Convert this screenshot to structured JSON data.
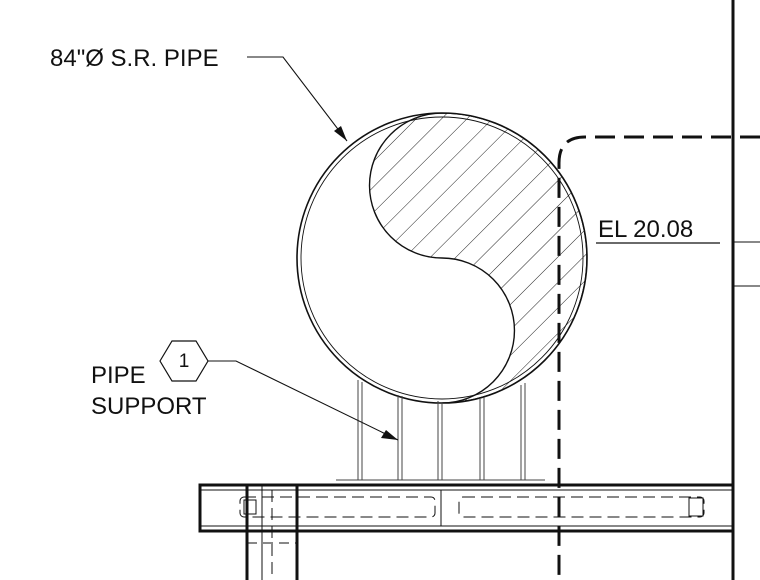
{
  "labels": {
    "pipe_callout": "84\"Ø S.R. PIPE",
    "elevation": "EL 20.08",
    "support_line1": "PIPE",
    "support_line2": "SUPPORT",
    "detail_tag": "1"
  },
  "colors": {
    "ink": "#111111",
    "paper": "#ffffff"
  }
}
